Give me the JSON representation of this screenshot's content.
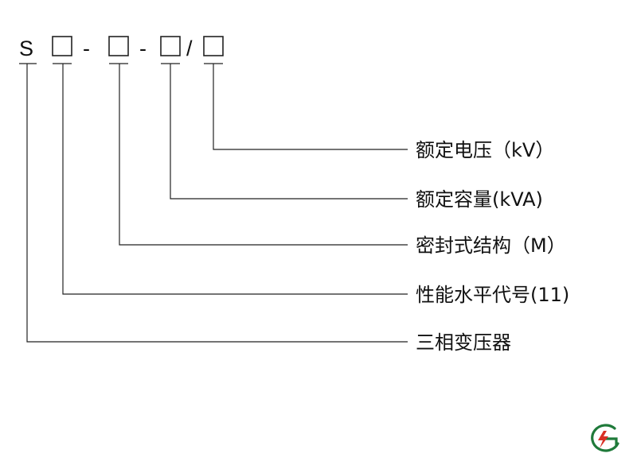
{
  "model": {
    "prefix": "S",
    "separator_1": "-",
    "separator_2": "-",
    "separator_3": "/"
  },
  "labels": {
    "rated_voltage": "额定电压（kV）",
    "rated_capacity": "额定容量(kVA)",
    "sealed_structure": "密封式结构（M）",
    "performance_code": "性能水平代号(11)",
    "three_phase_transformer": "三相变压器"
  },
  "logo": {
    "icon": "company-logo-icon",
    "color": "#1f7a3a"
  }
}
